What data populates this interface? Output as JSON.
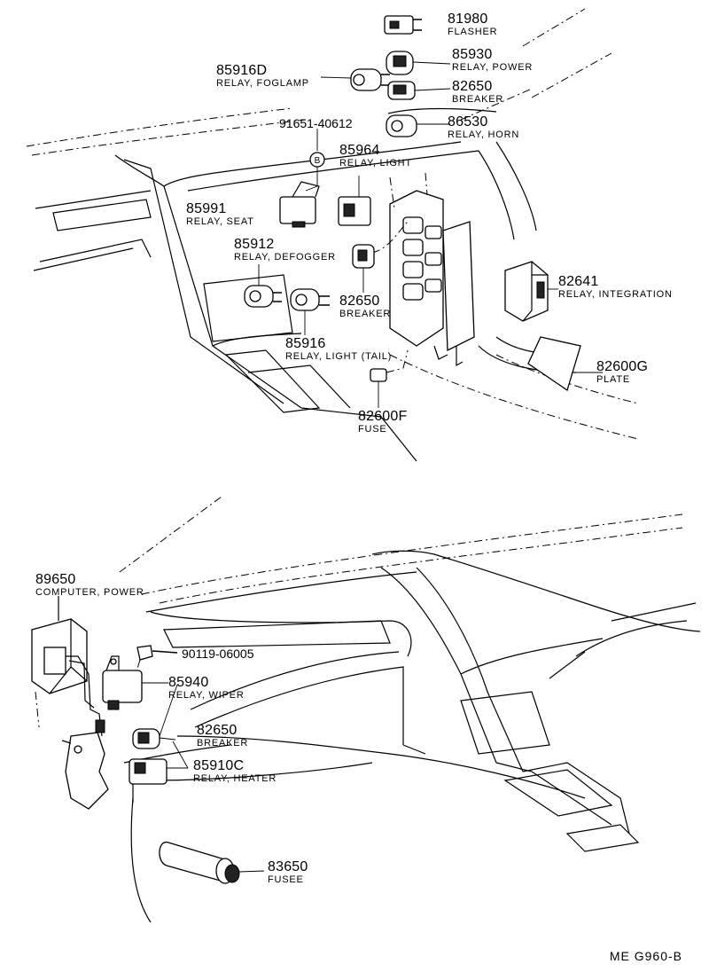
{
  "diagram_code": "ME  G960-B",
  "callouts": [
    {
      "id": "flasher",
      "number": "81980",
      "name": "FLASHER"
    },
    {
      "id": "relay-power",
      "number": "85930",
      "name": "RELAY, POWER"
    },
    {
      "id": "relay-foglamp",
      "number": "85916D",
      "name": "RELAY, FOGLAMP"
    },
    {
      "id": "breaker-top",
      "number": "82650",
      "name": "BREAKER"
    },
    {
      "id": "bolt-b",
      "number": "91651-40612",
      "name": ""
    },
    {
      "id": "relay-horn",
      "number": "86530",
      "name": "RELAY, HORN"
    },
    {
      "id": "relay-light",
      "number": "85964",
      "name": "RELAY, LIGHT"
    },
    {
      "id": "relay-seat",
      "number": "85991",
      "name": "RELAY, SEAT"
    },
    {
      "id": "relay-defogger",
      "number": "85912",
      "name": "RELAY, DEFOGGER"
    },
    {
      "id": "relay-integration",
      "number": "82641",
      "name": "RELAY, INTEGRATION"
    },
    {
      "id": "breaker-mid",
      "number": "82650",
      "name": "BREAKER"
    },
    {
      "id": "relay-light-tail",
      "number": "85916",
      "name": "RELAY, LIGHT (TAIL)"
    },
    {
      "id": "plate",
      "number": "82600G",
      "name": "PLATE"
    },
    {
      "id": "fuse",
      "number": "82600F",
      "name": "FUSE"
    },
    {
      "id": "computer-power",
      "number": "89650",
      "name": "COMPUTER, POWER"
    },
    {
      "id": "screw",
      "number": "90119-06005",
      "name": ""
    },
    {
      "id": "relay-wiper",
      "number": "85940",
      "name": "RELAY, WIPER"
    },
    {
      "id": "breaker-bottom",
      "number": "82650",
      "name": "BREAKER"
    },
    {
      "id": "relay-heater",
      "number": "85910C",
      "name": "RELAY, HEATER"
    },
    {
      "id": "fusee",
      "number": "83650",
      "name": "FUSEE"
    }
  ],
  "marker": "B"
}
